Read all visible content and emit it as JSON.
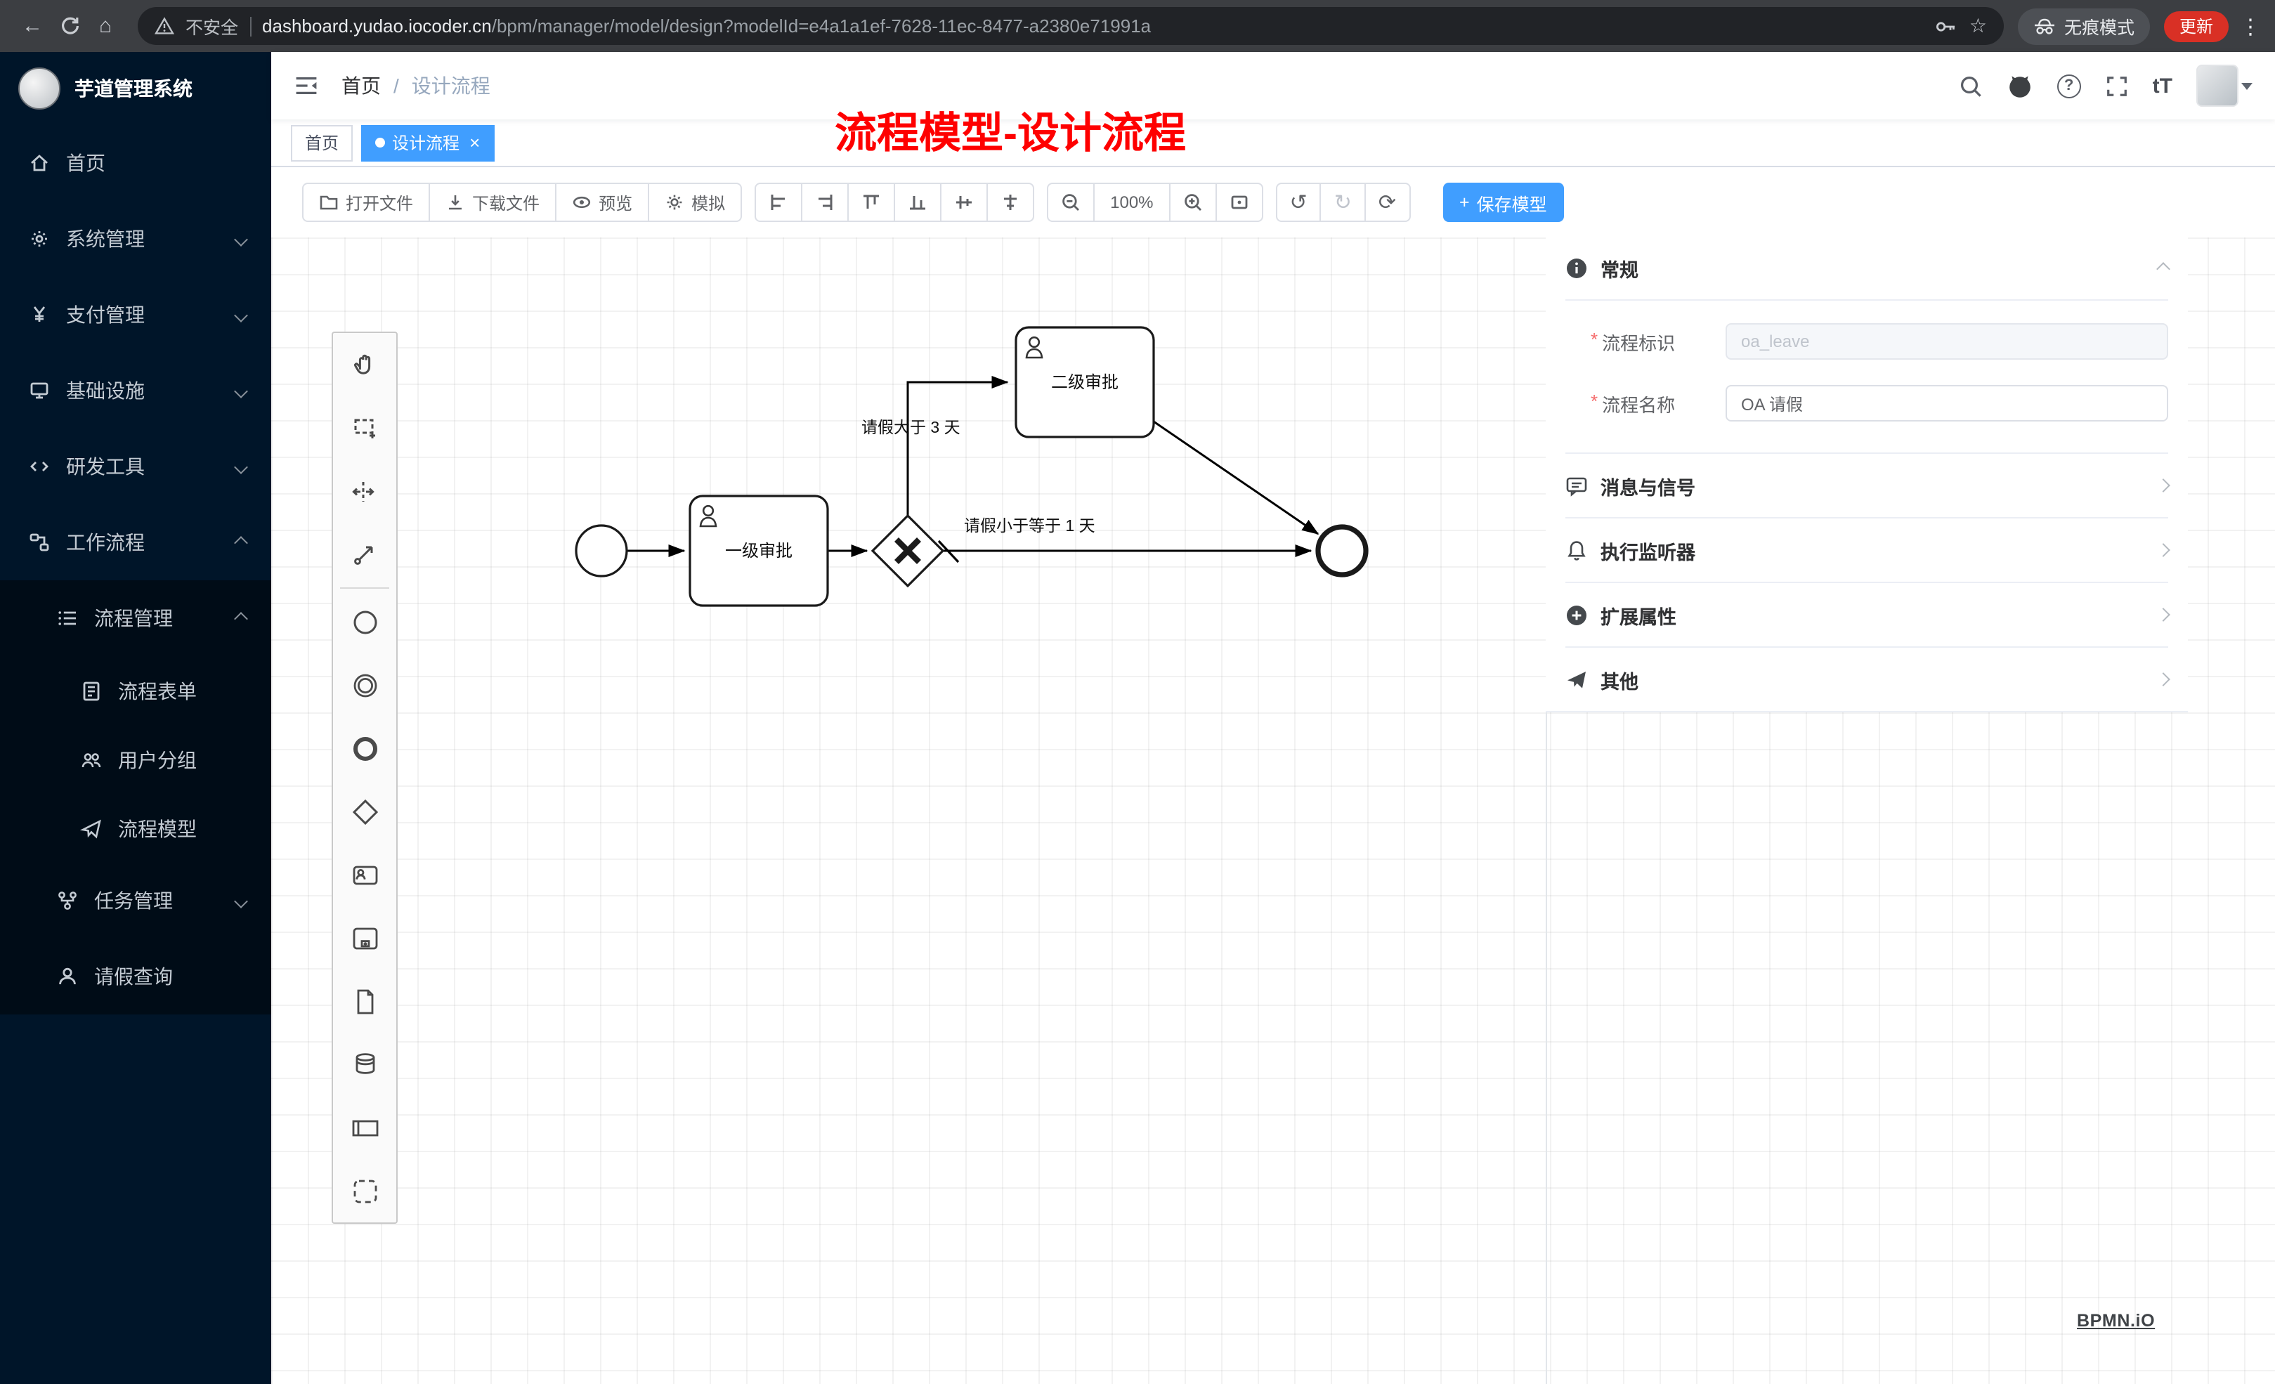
{
  "browser": {
    "back_glyph": "←",
    "home_glyph": "⌂",
    "security_label": "不安全",
    "url_domain": "dashboard.yudao.iocoder.cn",
    "url_path": "/bpm/manager/model/design?modelId=e4a1a1ef-7628-11ec-8477-a2380e71991a",
    "star_glyph": "☆",
    "incognito_label": "无痕模式",
    "update_label": "更新",
    "menu_glyph": "⋮"
  },
  "sidebar": {
    "app_title": "芋道管理系统",
    "items": [
      {
        "label": "首页"
      },
      {
        "label": "系统管理"
      },
      {
        "label": "支付管理"
      },
      {
        "label": "基础设施"
      },
      {
        "label": "研发工具"
      },
      {
        "label": "工作流程"
      },
      {
        "label": "流程管理"
      },
      {
        "label": "流程表单"
      },
      {
        "label": "用户分组"
      },
      {
        "label": "流程模型"
      },
      {
        "label": "任务管理"
      },
      {
        "label": "请假查询"
      }
    ]
  },
  "header": {
    "breadcrumb_home": "首页",
    "breadcrumb_sep": "/",
    "breadcrumb_current": "设计流程",
    "question_glyph": "?",
    "font_size_icon": "tT"
  },
  "tabs": {
    "home": "首页",
    "design": "设计流程",
    "close": "×"
  },
  "annotation": "流程模型-设计流程",
  "toolbar": {
    "open_label": "打开文件",
    "download_label": "下载文件",
    "preview_label": "预览",
    "simulate_label": "模拟",
    "zoom_level": "100%",
    "undo_glyph": "↺",
    "redo_glyph": "↻",
    "refresh_glyph": "⟳",
    "save_plus": "+",
    "save_label": "保存模型"
  },
  "diagram": {
    "task1_label": "一级审批",
    "task2_label": "二级审批",
    "flow_gt3_label": "请假大于 3 天",
    "flow_le1_label": "请假小于等于 1 天"
  },
  "properties": {
    "general_title": "常规",
    "required_mark": "*",
    "field_key_label": "流程标识",
    "field_key_value": "oa_leave",
    "field_name_label": "流程名称",
    "field_name_value": "OA 请假",
    "section_message": "消息与信号",
    "section_listener": "执行监听器",
    "section_ext": "扩展属性",
    "section_other": "其他"
  },
  "watermark": "BPMN.iO"
}
